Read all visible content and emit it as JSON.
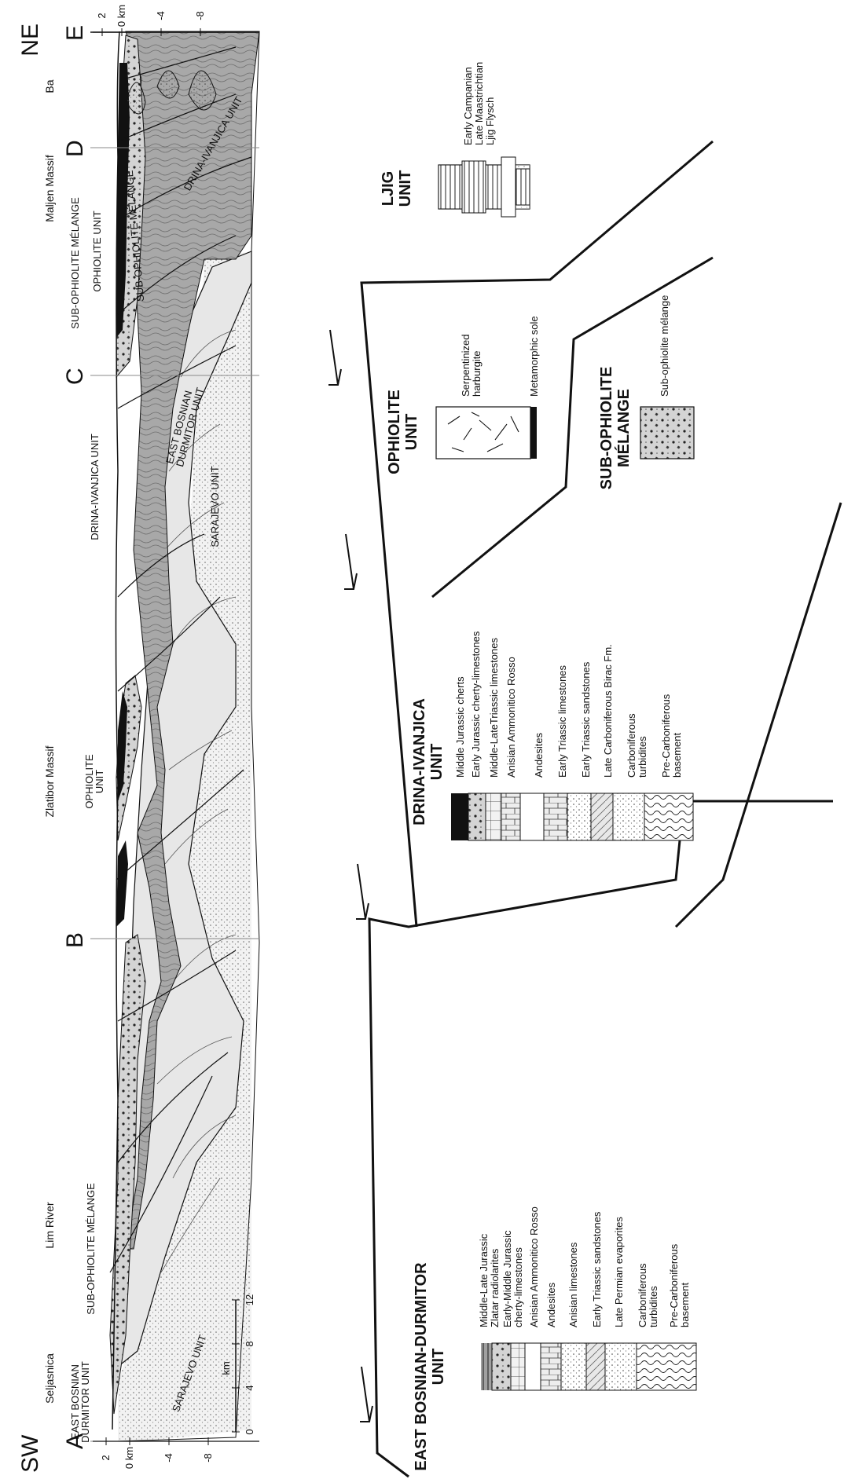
{
  "orientation_labels": {
    "ne": "NE",
    "sw": "SW"
  },
  "profile_points": [
    "A",
    "B",
    "C",
    "D",
    "E"
  ],
  "localities": {
    "seljasnica": "Seljasnica",
    "lim_river": "Lim River",
    "zlatibor": "Zlatibor Massif",
    "maljen": "Maljen Massif",
    "ba": "Ba"
  },
  "depth_axis": {
    "unit": "km",
    "ticks_left": [
      "2",
      "0 km",
      "-4",
      "-8"
    ],
    "ticks_right": [
      "2",
      "0 km",
      "-4",
      "-8"
    ]
  },
  "scale_bar": {
    "ticks": [
      "0",
      "4",
      "8",
      "12"
    ],
    "unit": "km"
  },
  "section_labels": {
    "ebd_left_1": "EAST BOSNIAN",
    "ebd_left_2": "DURMITOR UNIT",
    "sub_oph_left": "SUB-OPHIOLITE  MÉLANGE",
    "sarajevo_left": "SARAJEVO UNIT",
    "ophiolite_mid_1": "OPHIOLITE",
    "ophiolite_mid_2": "UNIT",
    "drina_mid": "DRINA-IVANJICA UNIT",
    "ebd_right_1": "EAST BOSNIAN",
    "ebd_right_2": "DURMITOR UNIT",
    "sarajevo_right": "SARAJEVO UNIT",
    "sub_oph_right": "SUB-OPHIOLITE MÉLANGE",
    "ophiolite_right": "OPHIOLITE UNIT",
    "sub_oph_melange_band": "SUB-OPHIOLITE MÉLANGE",
    "drina_right": "DRINA-IVANJICA UNIT"
  },
  "legend": {
    "ebd": {
      "title_1": "EAST BOSNIAN-DURMITOR",
      "title_2": "UNIT",
      "items": [
        "Middle-Late Jurassic",
        "Zlatar radiolarites",
        "Early-Middle Jurassic",
        "cherty-limestones",
        "Anisian Ammonitico Rosso",
        "Andesites",
        "Anisian limestones",
        "Early Triassic sandstones",
        "Late Permian evaporites",
        "Carboniferous",
        "turbidites",
        "Pre-Carboniferous",
        "basement"
      ]
    },
    "drina": {
      "title_1": "DRINA-IVANJICA",
      "title_2": "UNIT",
      "items": [
        "Middle Jurassic cherts",
        "Early Jurassic cherty-limestones",
        "Middle-LateTriassic limestones",
        "Anisian Ammonitico Rosso",
        "Andesites",
        "Early Triassic limestones",
        "Early Triassic sandstones",
        "Late Carboniferous Birac Fm.",
        "Carboniferous",
        "turbidites",
        "Pre-Carboniferous",
        "basement"
      ]
    },
    "ophiolite": {
      "title_1": "OPHIOLITE",
      "title_2": "UNIT",
      "items": [
        "Serpentinized",
        "harburgite",
        "Metamorphic sole"
      ]
    },
    "sub_ophiolite": {
      "title_1": "SUB-OPHIOLITE",
      "title_2": "MÉLANGE",
      "items": [
        "Sub-ophiolite mélange"
      ]
    },
    "ljig": {
      "title_1": "LJIG",
      "title_2": "UNIT",
      "items": [
        "Early Campanian",
        "Late Maastrichtian",
        "Ljig Flysch"
      ]
    }
  },
  "colors": {
    "drina_fill": "#a8a8a8",
    "drina_dark": "#8a8a8a",
    "ophiolite_fill": "#111111",
    "ebd_fill": "#e6e6e6",
    "sarajevo_fill": "#f1f1f1",
    "melange_fill": "#cfcfcf",
    "line": "#111111"
  }
}
